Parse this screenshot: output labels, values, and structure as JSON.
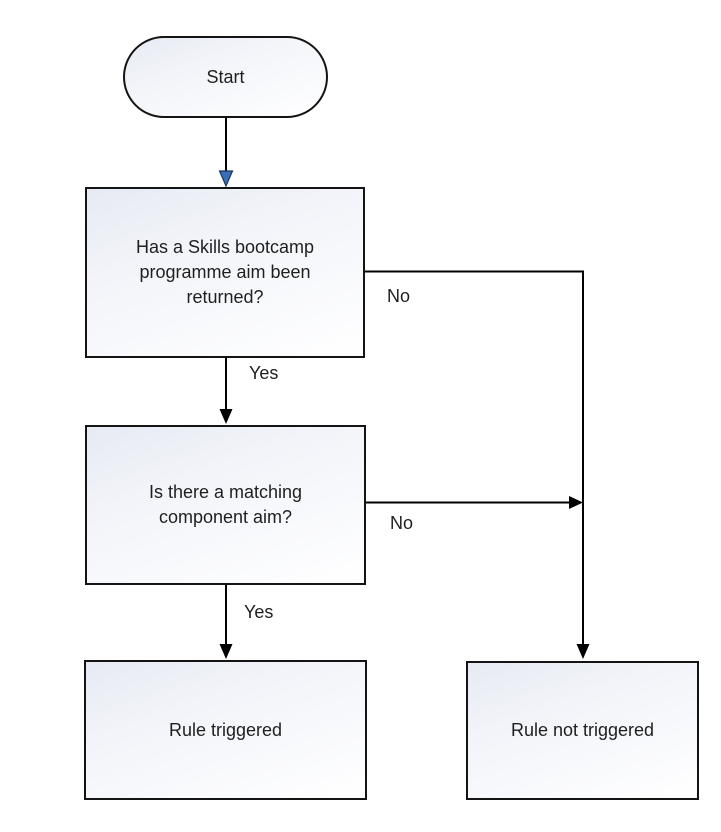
{
  "diagram": {
    "type": "flowchart",
    "nodes": {
      "start": {
        "label": "Start",
        "shape": "stadium"
      },
      "q1": {
        "label": "Has a Skills bootcamp programme aim been returned?",
        "shape": "rectangle"
      },
      "q2": {
        "label": "Is there a matching component aim?",
        "shape": "rectangle"
      },
      "rule_triggered": {
        "label": "Rule triggered",
        "shape": "rectangle"
      },
      "rule_not_triggered": {
        "label": "Rule not triggered",
        "shape": "rectangle"
      }
    },
    "edges": [
      {
        "from": "start",
        "to": "q1",
        "label": ""
      },
      {
        "from": "q1",
        "to": "q2",
        "label": "Yes"
      },
      {
        "from": "q1",
        "to": "rule_not_triggered",
        "label": "No"
      },
      {
        "from": "q2",
        "to": "rule_triggered",
        "label": "Yes"
      },
      {
        "from": "q2",
        "to": "rule_not_triggered",
        "label": "No"
      }
    ],
    "edge_labels": {
      "q1_yes": "Yes",
      "q1_no": "No",
      "q2_yes": "Yes",
      "q2_no": "No"
    },
    "colors": {
      "line": "#000000",
      "arrowhead_blue": "#3a6eb5",
      "arrowhead_blue_border": "#17375e",
      "arrowhead_black": "#000000",
      "node_border": "#141414",
      "node_fill_top": "#e7eaf3",
      "node_fill_bottom": "#ffffff",
      "text": "#1f1f1f"
    }
  }
}
